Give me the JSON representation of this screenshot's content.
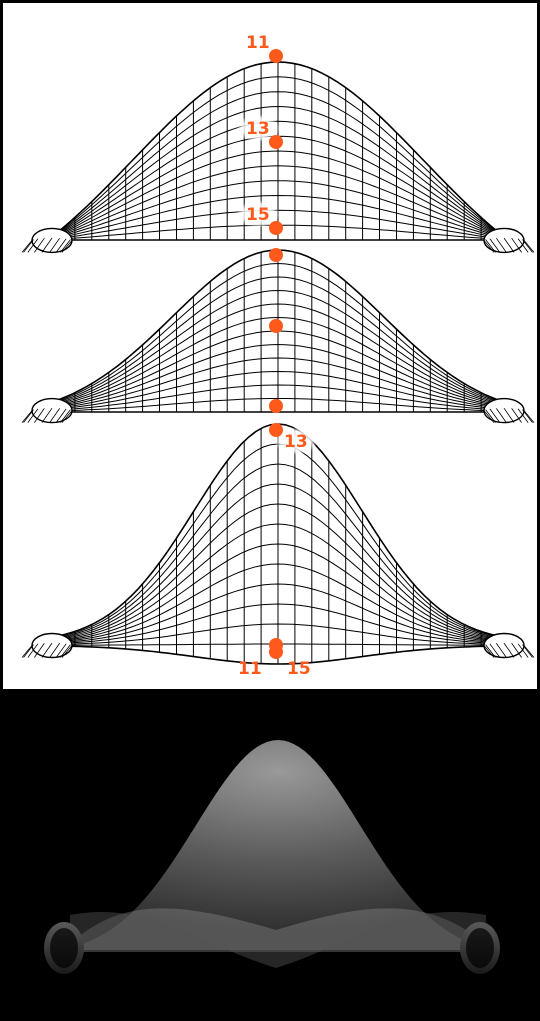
{
  "panels": [
    {
      "id": "surface-1",
      "markers": [
        {
          "label": "11",
          "side": "left"
        },
        {
          "label": "13",
          "side": "left"
        },
        {
          "label": "15",
          "side": "left"
        }
      ]
    },
    {
      "id": "surface-2",
      "markers": [
        {
          "label": ""
        },
        {
          "label": ""
        },
        {
          "label": ""
        }
      ]
    },
    {
      "id": "surface-3",
      "markers": [
        {
          "label": "13",
          "side": "right"
        },
        {
          "label": "11",
          "side": "left"
        },
        {
          "label": "15",
          "side": "right"
        }
      ]
    }
  ],
  "colors": {
    "marker": "#ff5a1c",
    "mesh": "#000000",
    "render_background": "#000000",
    "render_surface": "#8a8a8a"
  },
  "render_panel": {
    "style": "shaded-translucent-surface"
  }
}
